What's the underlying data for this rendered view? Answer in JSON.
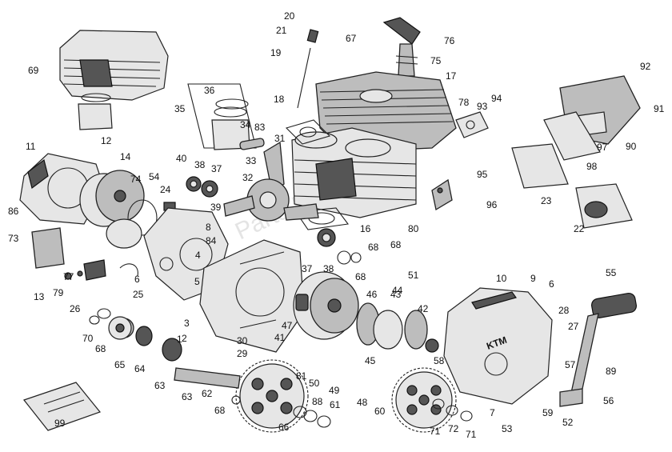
{
  "diagram": {
    "watermark": "Parts Republik",
    "logo_text": "KTM",
    "labels": [
      "20",
      "21",
      "19",
      "67",
      "76",
      "75",
      "17",
      "69",
      "36",
      "35",
      "18",
      "34",
      "31",
      "33",
      "32",
      "78",
      "93",
      "94",
      "92",
      "91",
      "90",
      "97",
      "98",
      "11",
      "12",
      "14",
      "74",
      "54",
      "24",
      "40",
      "38",
      "37",
      "39",
      "83",
      "86",
      "73",
      "8",
      "84",
      "4",
      "5",
      "16",
      "80",
      "68",
      "23",
      "96",
      "95",
      "22",
      "13",
      "79",
      "77",
      "26",
      "6",
      "25",
      "3",
      "2",
      "1",
      "70",
      "68b",
      "65",
      "64",
      "63",
      "63b",
      "62",
      "47",
      "41",
      "30",
      "29",
      "81",
      "50",
      "49",
      "48",
      "60",
      "45",
      "46",
      "43",
      "44",
      "51",
      "42",
      "58",
      "10",
      "9",
      "6b",
      "28",
      "27",
      "55",
      "89",
      "57",
      "59",
      "52",
      "56",
      "53",
      "7",
      "71",
      "72",
      "71b",
      "66",
      "88",
      "61",
      "68c",
      "99",
      "68d",
      "37b",
      "38b",
      "68e"
    ]
  }
}
